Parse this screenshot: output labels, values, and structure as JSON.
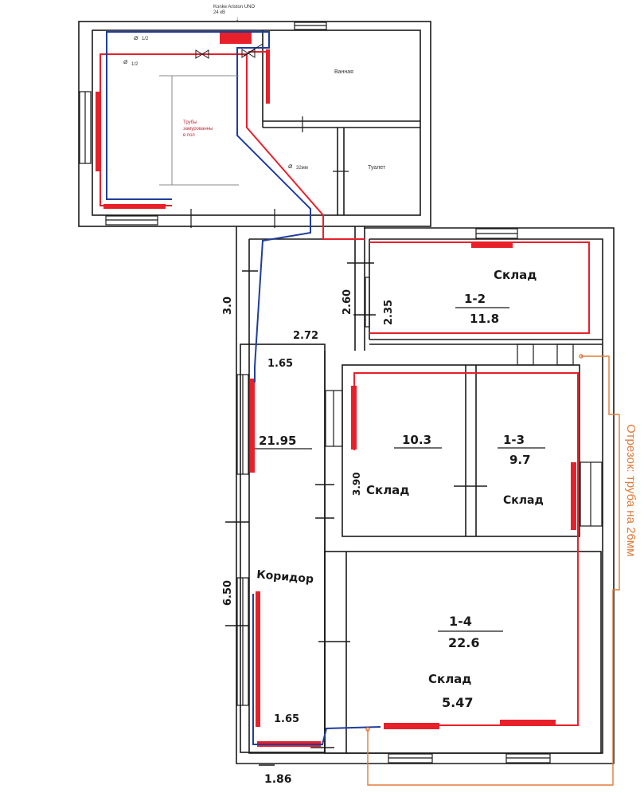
{
  "boiler": {
    "line1": "Konke Ariston UNO",
    "line2": "24 кВ"
  },
  "pipes": {
    "half_a": "1/2",
    "half_b": "1/2",
    "big": "32мм"
  },
  "note": {
    "line1": "Трубы",
    "line2": "замурованны",
    "line3": "в пол"
  },
  "rooms": {
    "bath": "Ванная",
    "toilet": "Туалет",
    "r12_num": "1-2",
    "r12_area": "11.8",
    "r12_name": "Склад",
    "r13_num": "1-3",
    "r13_area": "9.7",
    "r13_name": "Склад",
    "r_mid_area": "10.3",
    "r_mid_name": "Склад",
    "corr_area": "21.95",
    "corr_name": "Коридор",
    "r14_num": "1-4",
    "r14_area": "22.6",
    "r14_name": "Склад",
    "r14_extra": "5.47"
  },
  "dims": {
    "d_3_0": "3.0",
    "d_2_60": "2.60",
    "d_2_35": "2.35",
    "d_2_72": "2.72",
    "d_1_65_top": "1.65",
    "d_3_90": "3.90",
    "d_6_50": "6.50",
    "d_1_65_bot": "1.65",
    "d_1_86": "1.86"
  },
  "callout": "Отрезок: труба на 26мм",
  "colors": {
    "hot": "#e8202a",
    "cold": "#1f3d9c",
    "wall": "#1a1a1a",
    "callout": "#e07a3a"
  }
}
